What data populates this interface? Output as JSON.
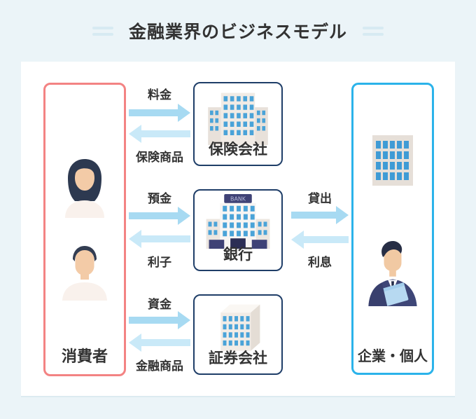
{
  "title": {
    "text": "金融業界のビジネスモデル"
  },
  "groups": {
    "consumer": {
      "label": "消費者"
    },
    "company": {
      "label": "企業・個人"
    }
  },
  "institutions": {
    "insurance": {
      "label": "保険会社"
    },
    "bank": {
      "label": "銀行",
      "sign": "BANK"
    },
    "securities": {
      "label": "証券会社"
    }
  },
  "flows": {
    "premium": "料金",
    "insurance_product": "保険商品",
    "deposit": "預金",
    "interest_to_consumer": "利子",
    "loan": "貸出",
    "interest_to_bank": "利息",
    "funds": "資金",
    "financial_product": "金融商品"
  },
  "icons": {
    "consumer_top": "woman-icon",
    "consumer_bottom": "man-icon",
    "insurance": "office-building-icon",
    "bank": "bank-building-icon",
    "securities": "cube-building-icon",
    "company_top": "company-building-icon",
    "company_bottom": "businessman-icon"
  },
  "colors": {
    "background": "#ebf4f8",
    "panel": "#ffffff",
    "consumer_border": "#f38383",
    "institution_border": "#1f3e68",
    "company_border": "#2bb3ea",
    "arrow_forward": "#a7daf2",
    "arrow_backward": "#c9e9f8",
    "text": "#333333",
    "title_decoration": "#d7eaf2",
    "window_blue": "#4aa3d8",
    "navy_accent": "#3f4276"
  }
}
